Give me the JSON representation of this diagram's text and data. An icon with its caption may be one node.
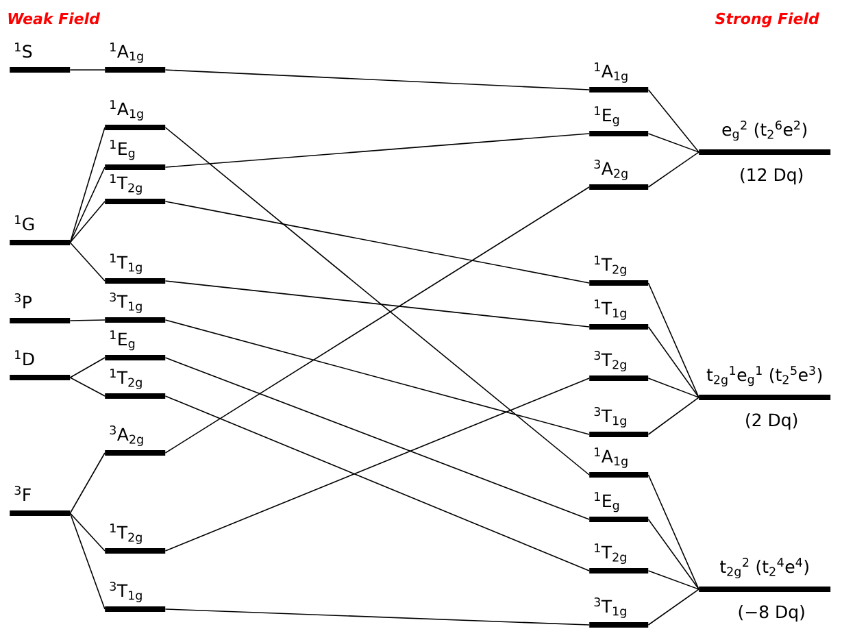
{
  "diagram": {
    "nodes": [
      {
        "text": [
          "$^{1}$S"
        ]
      },
      {
        "text": [
          "$^{1}$A$_{1g}$"
        ]
      },
      {
        "text": [
          "$^{1}$G"
        ]
      },
      {
        "text": [
          "$^{1}$A$_{1g}$"
        ]
      },
      {
        "text": [
          "$^{1}$E$_{g}$"
        ]
      },
      {
        "text": [
          "$^{1}$T$_{2g}$"
        ]
      },
      {
        "text": [
          "$^{1}$T$_{1g}$"
        ]
      },
      {
        "text": [
          "$^{3}$P"
        ]
      },
      {
        "text": [
          "$^{3}$T$_{1g}$"
        ]
      },
      {
        "text": [
          "$^{1}$D"
        ]
      },
      {
        "text": [
          "$^{1}$E$_{g}$"
        ]
      },
      {
        "text": [
          "$^{1}$T$_{2g}$"
        ]
      },
      {
        "text": [
          "$^{3}$F"
        ]
      },
      {
        "text": [
          "$^{3}$A$_{2g}$"
        ]
      },
      {
        "text": [
          "$^{1}$T$_{2g}$"
        ]
      },
      {
        "text": [
          "$^{3}$T$_{1g}$"
        ]
      },
      {
        "text": [
          "$^{1}$A$_{1g}$"
        ]
      },
      {
        "text": [
          "$^{1}$E$_{g}$"
        ]
      },
      {
        "text": [
          "$^{3}$A$_{2g}$"
        ]
      },
      {
        "text": [
          "$^{1}$T$_{2g}$"
        ]
      },
      {
        "text": [
          "$^{1}$T$_{1g}$"
        ]
      },
      {
        "text": [
          "$^{3}$T$_{2g}$"
        ]
      },
      {
        "text": [
          "$^{3}$T$_{1g}$"
        ]
      },
      {
        "text": [
          "$^{1}$A$_{1g}$"
        ]
      },
      {
        "text": [
          "$^{1}$E$_{g}$"
        ]
      },
      {
        "text": [
          "$^{1}$T$_{2g}$"
        ]
      },
      {
        "text": [
          "$^{3}$T$_{1g}$"
        ]
      },
      {
        "text": [
          "e$_{g}$$^{2}$ (t$_{2}$$^{6}$e$^{2}$)",
          "(12 Dq)"
        ]
      },
      {
        "text": [
          "t$_{2g}$$^{1}$e$_{g}$$^{1}$ (t$_{2}$$^{5}$e$^{3}$)",
          "(2 Dq)"
        ]
      },
      {
        "text": [
          "t$_{2g}$$^{2}$ (t$_{2}$$^{4}$e$^{4}$)",
          "(−8 Dq)"
        ]
      }
    ],
    "edges": [
      {
        "from": 0,
        "to": 1,
        "arrow": "none"
      },
      {
        "from": 1,
        "to": 16,
        "arrow": "none"
      },
      {
        "from": 2,
        "to": 3,
        "arrow": "none"
      },
      {
        "from": 2,
        "to": 4,
        "arrow": "none"
      },
      {
        "from": 2,
        "to": 5,
        "arrow": "none"
      },
      {
        "from": 2,
        "to": 6,
        "arrow": "none"
      },
      {
        "from": 3,
        "to": 23,
        "arrow": "none"
      },
      {
        "from": 4,
        "to": 17,
        "arrow": "none"
      },
      {
        "from": 5,
        "to": 19,
        "arrow": "none"
      },
      {
        "from": 6,
        "to": 20,
        "arrow": "none"
      },
      {
        "from": 7,
        "to": 8,
        "arrow": "none"
      },
      {
        "from": 8,
        "to": 22,
        "arrow": "none"
      },
      {
        "from": 9,
        "to": 10,
        "arrow": "none"
      },
      {
        "from": 9,
        "to": 11,
        "arrow": "none"
      },
      {
        "from": 10,
        "to": 24,
        "arrow": "none"
      },
      {
        "from": 11,
        "to": 25,
        "arrow": "none"
      },
      {
        "from": 12,
        "to": 13,
        "arrow": "none"
      },
      {
        "from": 12,
        "to": 14,
        "arrow": "none"
      },
      {
        "from": 12,
        "to": 15,
        "arrow": "none"
      },
      {
        "from": 13,
        "to": 18,
        "arrow": "none"
      },
      {
        "from": 14,
        "to": 21,
        "arrow": "none"
      },
      {
        "from": 15,
        "to": 26,
        "arrow": "none"
      },
      {
        "from": 16,
        "to": 27,
        "arrow": "none"
      },
      {
        "from": 17,
        "to": 27,
        "arrow": "none"
      },
      {
        "from": 18,
        "to": 27,
        "arrow": "none"
      },
      {
        "from": 19,
        "to": 28,
        "arrow": "none"
      },
      {
        "from": 20,
        "to": 28,
        "arrow": "none"
      },
      {
        "from": 21,
        "to": 28,
        "arrow": "none"
      },
      {
        "from": 22,
        "to": 28,
        "arrow": "none"
      },
      {
        "from": 23,
        "to": 29,
        "arrow": "none"
      },
      {
        "from": 24,
        "to": 29,
        "arrow": "none"
      },
      {
        "from": 25,
        "to": 29,
        "arrow": "none"
      },
      {
        "from": 26,
        "to": 29,
        "arrow": "none"
      }
    ],
    "labels": [
      "Weak Field",
      "Strong Field"
    ]
  }
}
